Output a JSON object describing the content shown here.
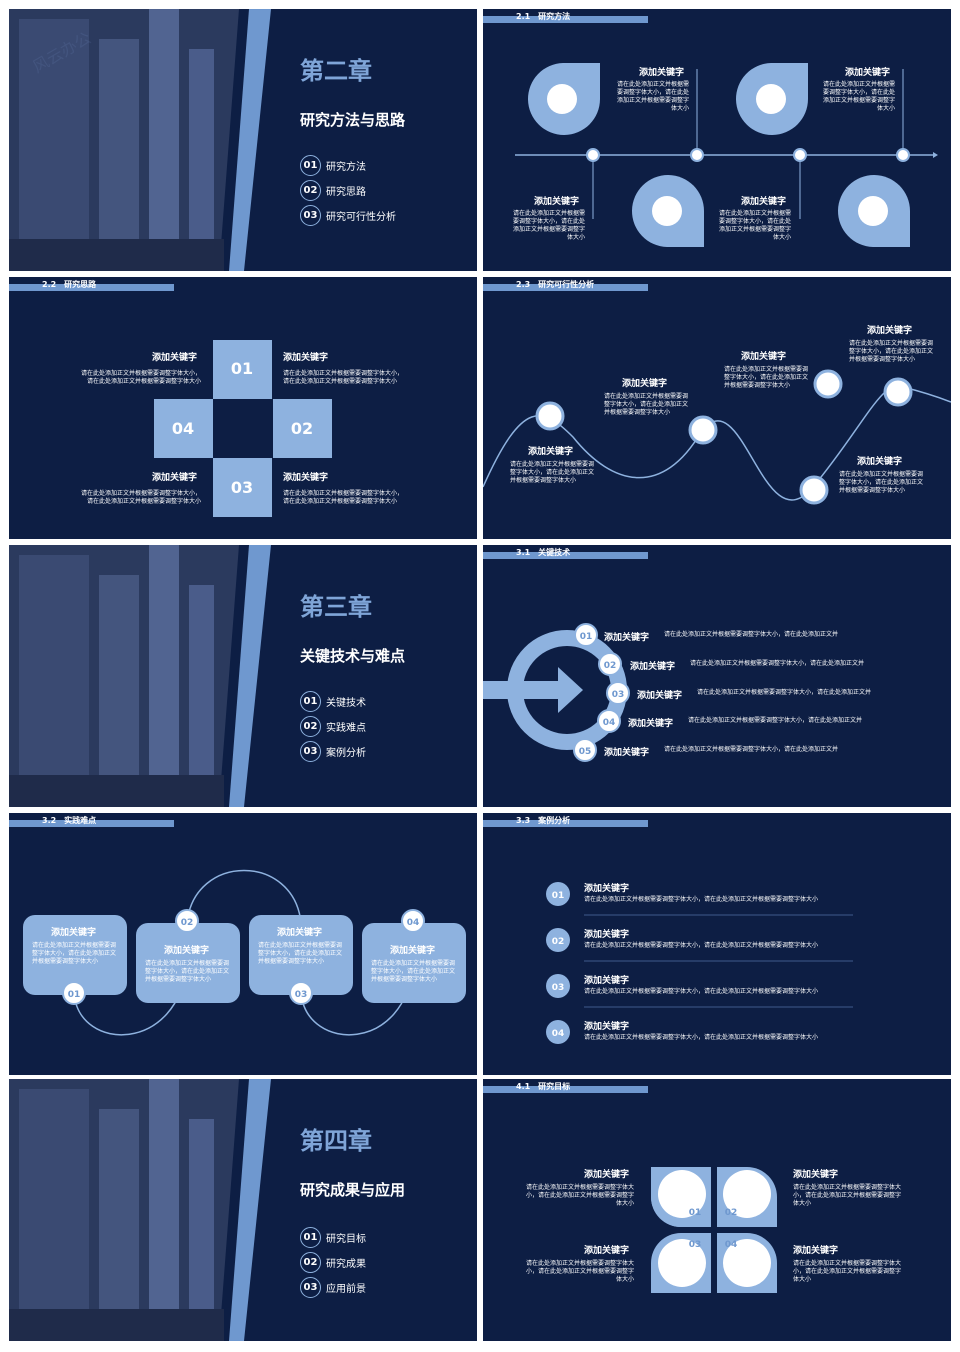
{
  "chapter2": {
    "title": "第二章",
    "subtitle": "研究方法与思路",
    "toc": [
      {
        "num": "01",
        "label": "研究方法"
      },
      {
        "num": "02",
        "label": "研究思路"
      },
      {
        "num": "03",
        "label": "研究可行性分析"
      }
    ]
  },
  "chapter3": {
    "title": "第三章",
    "subtitle": "关键技术与难点",
    "toc": [
      {
        "num": "01",
        "label": "关键技术"
      },
      {
        "num": "02",
        "label": "实践难点"
      },
      {
        "num": "03",
        "label": "案例分析"
      }
    ]
  },
  "chapter4": {
    "title": "第四章",
    "subtitle": "研究成果与应用",
    "toc": [
      {
        "num": "01",
        "label": "研究目标"
      },
      {
        "num": "02",
        "label": "研究成果"
      },
      {
        "num": "03",
        "label": "应用前景"
      }
    ]
  },
  "watermark": "风云办公",
  "s21": {
    "section": "2.1　研究方法",
    "keyword": "添加关键字",
    "text": "请在此处添加正文并根据需要调整字体大小，请在此处添加正文并根据需要调整字体大小"
  },
  "s22": {
    "section": "2.2　研究思路",
    "keyword": "添加关键字",
    "text1": "请在此处添加正文并根据需要调整字体大小，",
    "text2": "请在此处添加正文并根据需要调整字体大小",
    "nums": [
      "01",
      "02",
      "03",
      "04"
    ]
  },
  "s23": {
    "section": "2.3　研究可行性分析",
    "keyword": "添加关键字",
    "text": "请在此处添加正文并根据需要调整字体大小，请在此处添加正文并根据需要调整字体大小"
  },
  "s31": {
    "section": "3.1　关键技术",
    "keyword": "添加关键字",
    "line": "请在此处添加正文并根据需要调整字体大小，请在此处添加正文并",
    "nums": [
      "01",
      "02",
      "03",
      "04",
      "05"
    ]
  },
  "s32": {
    "section": "3.2　实践难点",
    "keyword": "添加关键字",
    "text": "请在此处添加正文并根据需要调整字体大小，请在此处添加正文并根据需要调整字体大小",
    "nums": [
      "01",
      "02",
      "03",
      "04"
    ]
  },
  "s33": {
    "section": "3.3　案例分析",
    "keyword": "添加关键字",
    "line": "请在此处添加正文并根据需要调整字体大小，请在此处添加正文并根据需要调整字体大小",
    "nums": [
      "01",
      "02",
      "03",
      "04"
    ]
  },
  "s41": {
    "section": "4.1　研究目标",
    "keyword": "添加关键字",
    "text": "请在此处添加正文并根据需要调整字体大小，请在此处添加正文并根据需要调整字体大小",
    "nums": [
      "01",
      "02",
      "03",
      "04"
    ]
  },
  "colors": {
    "bg": "#0d1e44",
    "accent": "#6f98cf",
    "light": "#8eb2df",
    "white": "#ffffff"
  }
}
